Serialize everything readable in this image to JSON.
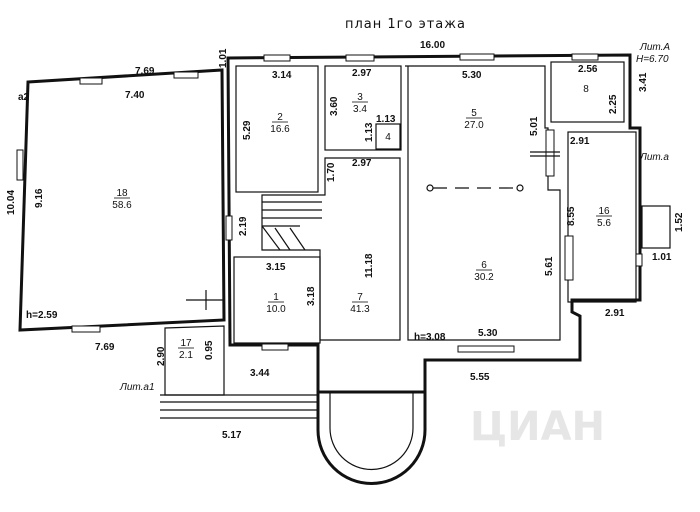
{
  "plan": {
    "title": "план 1го этажа",
    "watermark": "ЦИАН",
    "lit_a": "Лит.А",
    "lit_a_height": "H=6.70",
    "lit_a_small": "Лит.а",
    "lit_a1": "Лит.а1",
    "h_left": "h=2.59",
    "h_right": "h=3.08",
    "dims": {
      "top_overall": "16.00",
      "left_top": "7.69",
      "left_bottom": "7.69",
      "left_inner": "7.40",
      "left_height": "10.04",
      "r18_height": "9.16",
      "a2": "a2",
      "d101": "1.01",
      "r2_width": "3.14",
      "r2_height": "5.29",
      "r3_width": "2.97",
      "r3_height": "3.60",
      "r3_small": "1.13",
      "r3_small_v": "1.13",
      "r5_width": "5.30",
      "r5_height": "5.01",
      "r8_width": "2.56",
      "r8_height": "2.25",
      "r8_right": "3.41",
      "r16_width": "2.91",
      "r16_height": "8.55",
      "r16_bottom": "2.91",
      "r16_ext": "1.52",
      "r16_ext_w": "1.01",
      "hall_width": "2.97",
      "hall_height": "11.18",
      "d170": "1.70",
      "d219": "2.19",
      "r1_width": "3.15",
      "r1_height": "3.18",
      "r6_height": "5.61",
      "r6_width": "5.30",
      "bottom_right": "5.55",
      "r17_height": "2.90",
      "d095": "0.95",
      "d344": "3.44",
      "d517": "5.17"
    },
    "rooms": [
      {
        "num": "18",
        "area": "58.6"
      },
      {
        "num": "2",
        "area": "16.6"
      },
      {
        "num": "3",
        "area": "3.4"
      },
      {
        "num": "4",
        "area": ""
      },
      {
        "num": "5",
        "area": "27.0"
      },
      {
        "num": "8",
        "area": ""
      },
      {
        "num": "16",
        "area": "5.6"
      },
      {
        "num": "1",
        "area": "10.0"
      },
      {
        "num": "7",
        "area": "41.3"
      },
      {
        "num": "6",
        "area": "30.2"
      },
      {
        "num": "17",
        "area": "2.1"
      }
    ]
  }
}
